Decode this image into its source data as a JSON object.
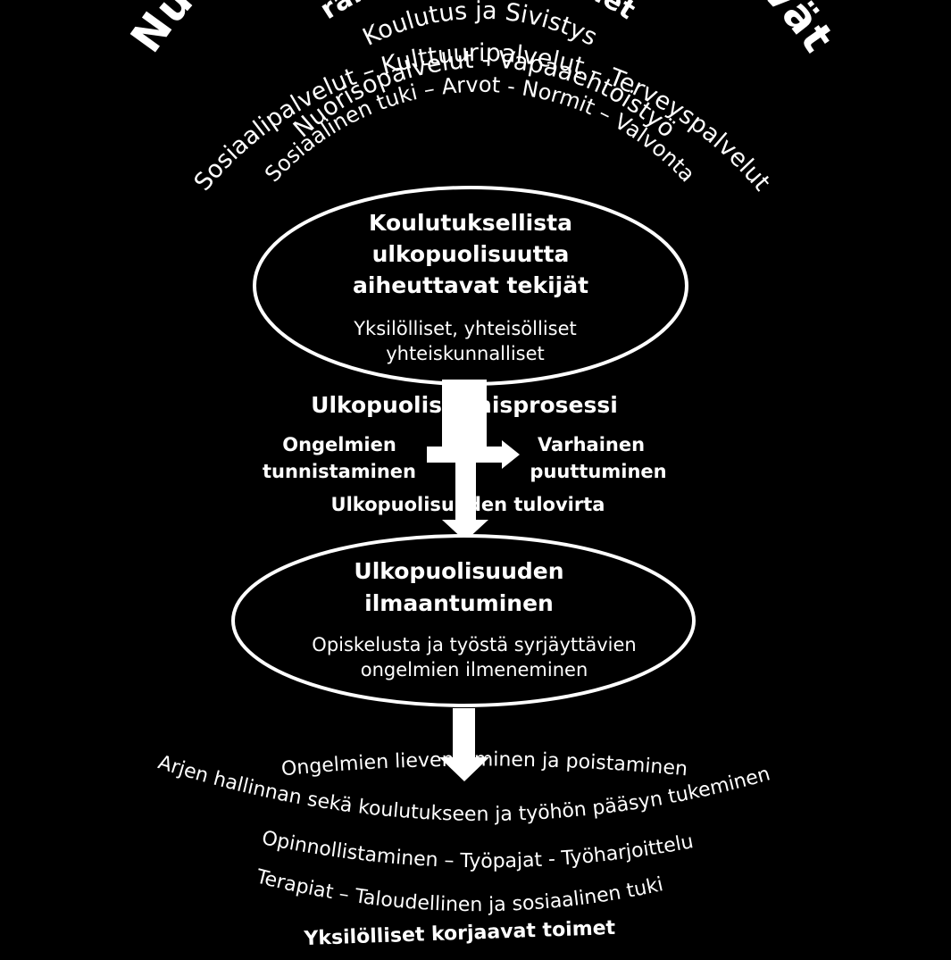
{
  "arcs": {
    "title": "Nuorten hyvinvointia edistävät",
    "subtitle": "rakenteelliset toimet",
    "line1": "Koulutus ja Sivistys",
    "line2": "Sosiaalipalvelut – Kulttuuripalvelut – Terveyspalvelut",
    "line3": "Nuorisopalvelut - Vapaaehtoistyö",
    "line4": "Sosiaalinen tuki – Arvot - Normit – Valvonta"
  },
  "oval_top": {
    "title_lines": [
      "Koulutuksellista",
      "ulkopuolisuutta",
      "aiheuttavat tekijät"
    ],
    "body_lines": [
      "Yksilölliset, yhteisölliset",
      "yhteiskunnalliset"
    ]
  },
  "process": {
    "label": "Ulkopuolistumisprosessi",
    "left_lines": [
      "Ongelmien",
      "tunnistaminen"
    ],
    "right_lines": [
      "Varhainen",
      "puuttuminen"
    ],
    "flow": "Ulkopuolisuuden tulovirta"
  },
  "oval_bottom": {
    "title_lines": [
      "Ulkopuolisuuden",
      "ilmaantuminen"
    ],
    "body_lines": [
      "Opiskelusta ja työstä syrjäyttävien",
      "ongelmien ilmeneminen"
    ]
  },
  "bottom": {
    "line1": "Ongelmien lieventäminen ja poistaminen",
    "line2": "Arjen hallinnan sekä koulutukseen ja työhön pääsyn tukeminen",
    "line3": "Opinnollistaminen – Työpajat - Työharjoittelu",
    "line4": "Terapiat – Taloudellinen ja sosiaalinen tuki",
    "line5": "Yksilölliset korjaavat toimet"
  }
}
